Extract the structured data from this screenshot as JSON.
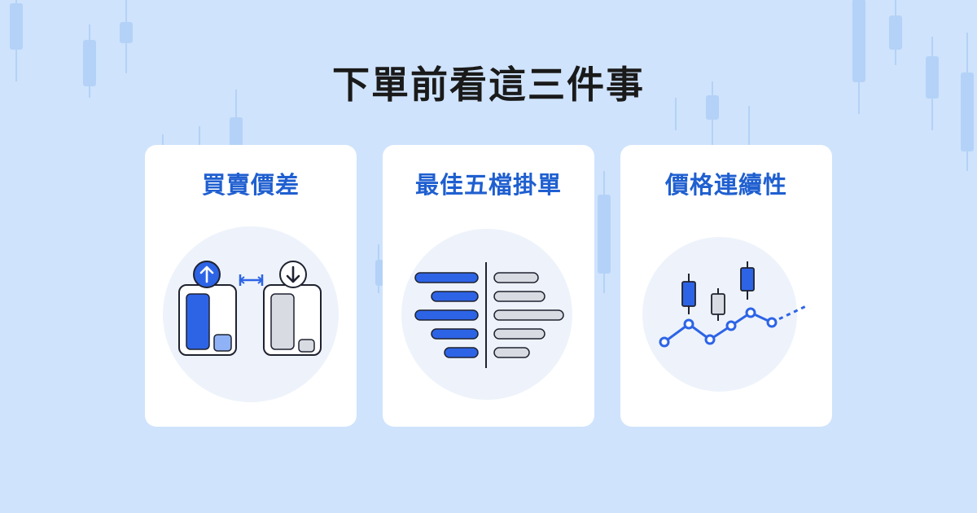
{
  "title": "下單前看這三件事",
  "colors": {
    "background": "#cfe3fc",
    "accent": "#1f5fd0",
    "accent_fill": "#2d64e6",
    "neutral_fill": "#d8dbe1",
    "card": "#ffffff"
  },
  "cards": [
    {
      "title": "買賣價差",
      "icon": "bid-ask-spread-icon"
    },
    {
      "title": "最佳五檔掛單",
      "icon": "order-book-icon"
    },
    {
      "title": "價格連續性",
      "icon": "price-continuity-chart-icon"
    }
  ]
}
